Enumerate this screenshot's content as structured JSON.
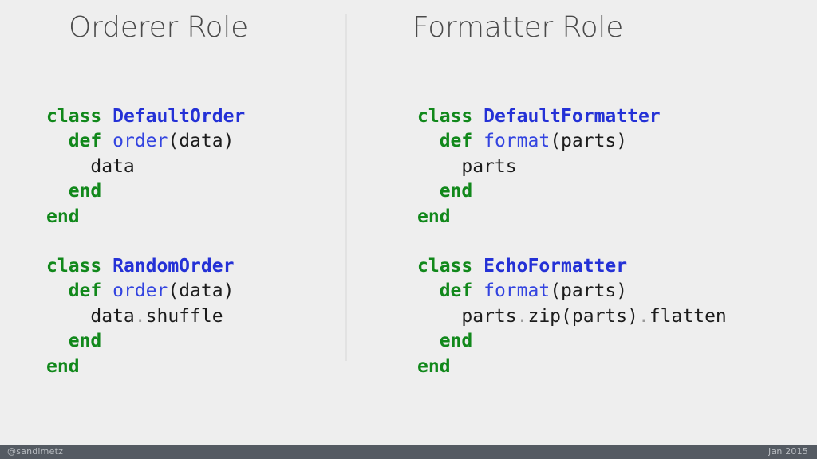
{
  "slide": {
    "background_color": "#eeeeee",
    "divider_color": "#e2e2e2"
  },
  "palette": {
    "keyword_green": "#11881b",
    "classname_blue": "#2431d6",
    "method_blue": "#3344e0",
    "plain_text": "#1c1c1c",
    "dot_gray": "#9a9a9a",
    "title_gray": "#4a4a4a",
    "footer_bg": "#545a62",
    "footer_text": "#b8bcc1"
  },
  "columns": {
    "left": {
      "title": "Orderer Role",
      "blocks": [
        {
          "lines": [
            [
              {
                "t": "class ",
                "k": "kw"
              },
              {
                "t": "DefaultOrder",
                "k": "cls"
              }
            ],
            [
              {
                "t": "  def ",
                "k": "kw"
              },
              {
                "t": "order",
                "k": "fn"
              },
              {
                "t": "(data)",
                "k": "plain"
              }
            ],
            [
              {
                "t": "    data",
                "k": "plain"
              }
            ],
            [
              {
                "t": "  end",
                "k": "kw"
              }
            ],
            [
              {
                "t": "end",
                "k": "kw"
              }
            ]
          ]
        },
        {
          "lines": [
            [
              {
                "t": "class ",
                "k": "kw"
              },
              {
                "t": "RandomOrder",
                "k": "cls"
              }
            ],
            [
              {
                "t": "  def ",
                "k": "kw"
              },
              {
                "t": "order",
                "k": "fn"
              },
              {
                "t": "(data)",
                "k": "plain"
              }
            ],
            [
              {
                "t": "    data",
                "k": "plain"
              },
              {
                "t": ".",
                "k": "dot"
              },
              {
                "t": "shuffle",
                "k": "plain"
              }
            ],
            [
              {
                "t": "  end",
                "k": "kw"
              }
            ],
            [
              {
                "t": "end",
                "k": "kw"
              }
            ]
          ]
        }
      ]
    },
    "right": {
      "title": "Formatter Role",
      "blocks": [
        {
          "lines": [
            [
              {
                "t": "class ",
                "k": "kw"
              },
              {
                "t": "DefaultFormatter",
                "k": "cls"
              }
            ],
            [
              {
                "t": "  def ",
                "k": "kw"
              },
              {
                "t": "format",
                "k": "fn"
              },
              {
                "t": "(parts)",
                "k": "plain"
              }
            ],
            [
              {
                "t": "    parts",
                "k": "plain"
              }
            ],
            [
              {
                "t": "  end",
                "k": "kw"
              }
            ],
            [
              {
                "t": "end",
                "k": "kw"
              }
            ]
          ]
        },
        {
          "lines": [
            [
              {
                "t": "class ",
                "k": "kw"
              },
              {
                "t": "EchoFormatter",
                "k": "cls"
              }
            ],
            [
              {
                "t": "  def ",
                "k": "kw"
              },
              {
                "t": "format",
                "k": "fn"
              },
              {
                "t": "(parts)",
                "k": "plain"
              }
            ],
            [
              {
                "t": "    parts",
                "k": "plain"
              },
              {
                "t": ".",
                "k": "dot"
              },
              {
                "t": "zip(parts)",
                "k": "plain"
              },
              {
                "t": ".",
                "k": "dot"
              },
              {
                "t": "flatten",
                "k": "plain"
              }
            ],
            [
              {
                "t": "  end",
                "k": "kw"
              }
            ],
            [
              {
                "t": "end",
                "k": "kw"
              }
            ]
          ]
        }
      ]
    }
  },
  "footer": {
    "handle": "@sandimetz",
    "date": "Jan 2015"
  }
}
